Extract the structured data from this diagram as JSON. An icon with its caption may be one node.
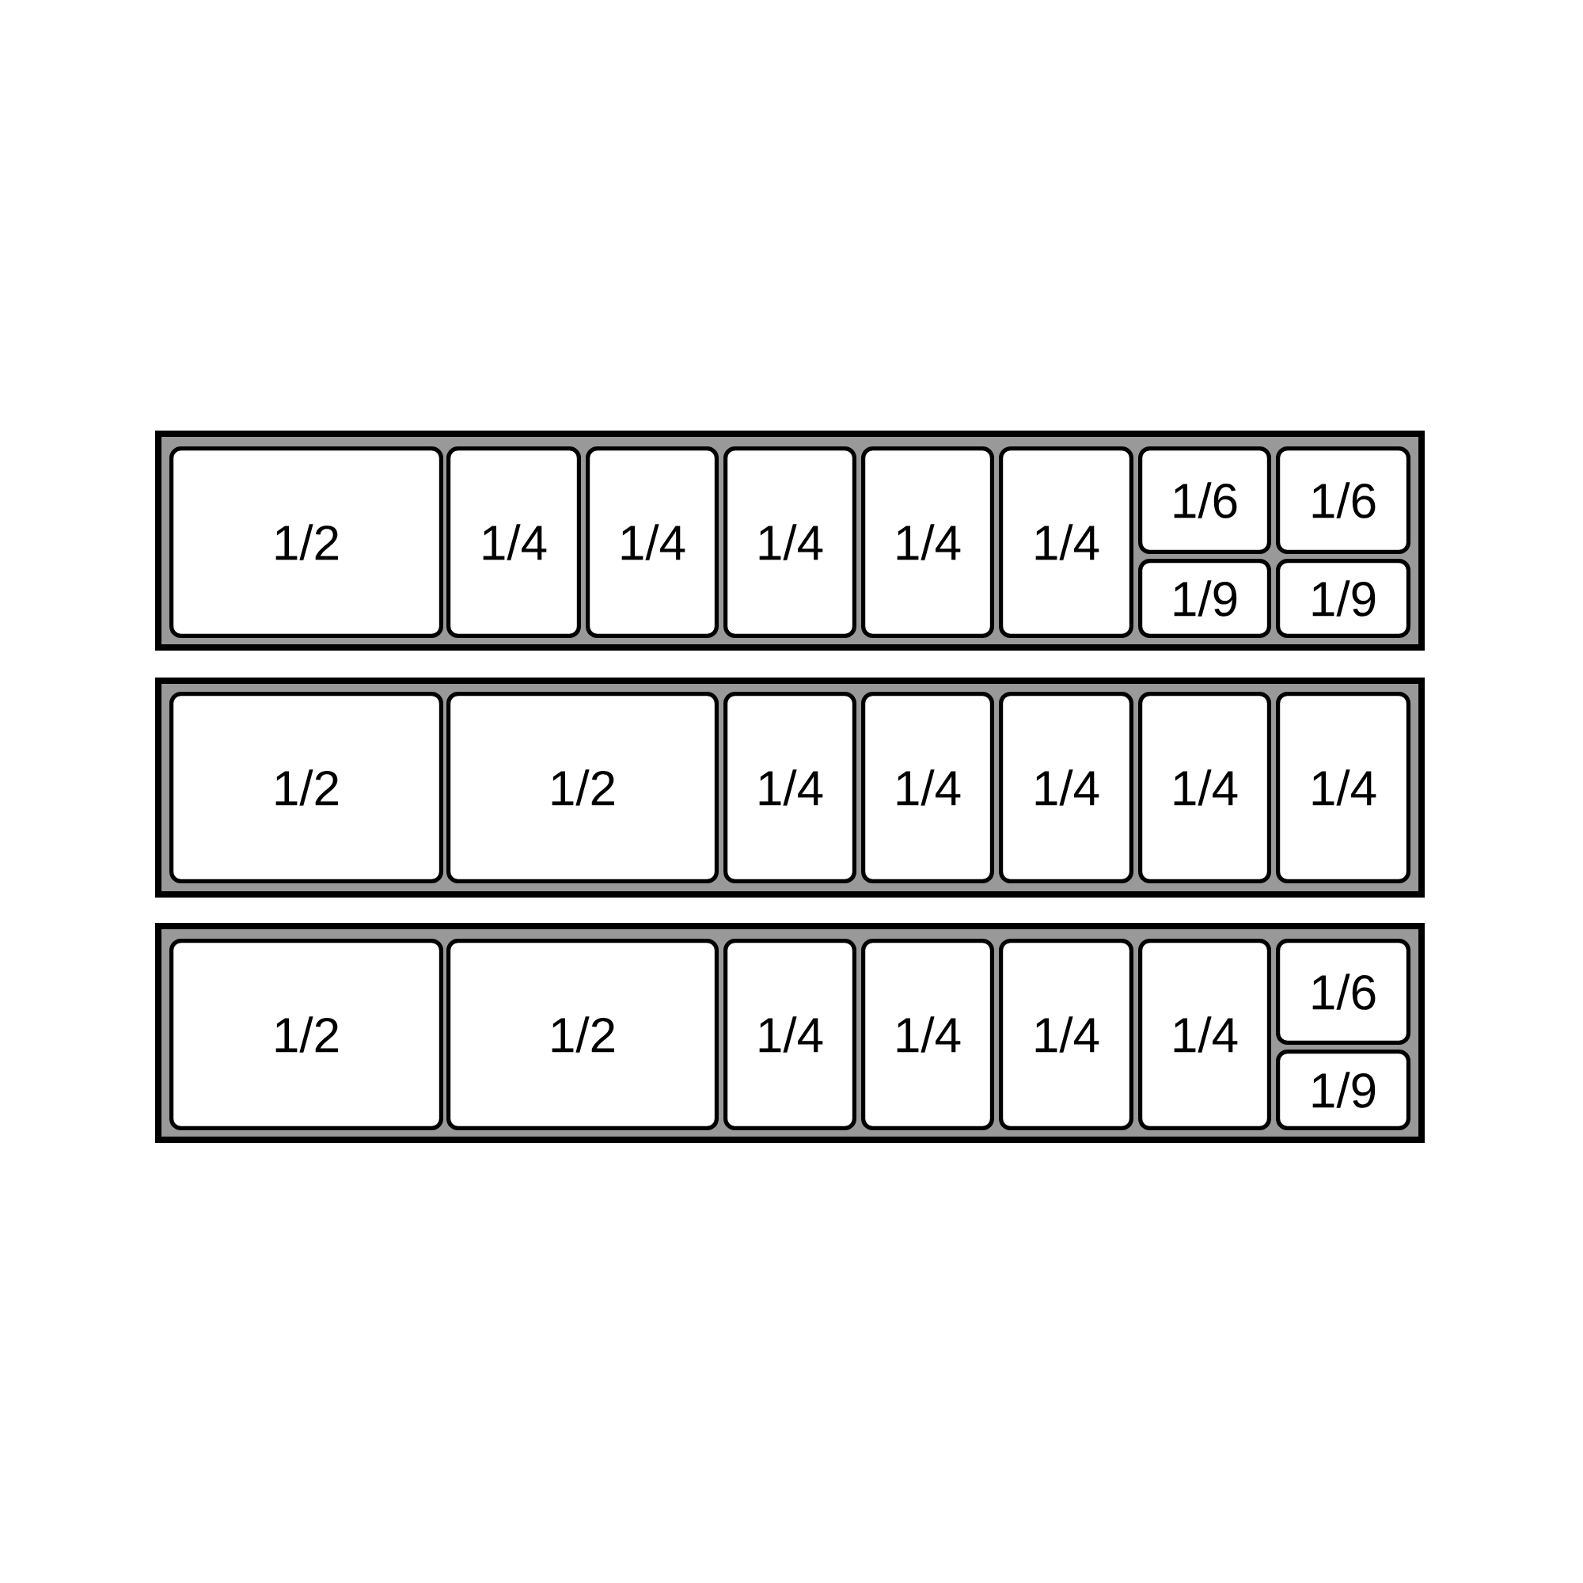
{
  "diagram": {
    "nodes": [
      {
        "text": [],
        "shape": "box"
      },
      {
        "text": [
          "1/2"
        ],
        "in": 0
      },
      {
        "text": [
          "1/4"
        ],
        "in": 0
      },
      {
        "text": [
          "1/4"
        ],
        "in": 0
      },
      {
        "text": [
          "1/4"
        ],
        "in": 0
      },
      {
        "text": [
          "1/4"
        ],
        "in": 0
      },
      {
        "text": [
          "1/4"
        ],
        "in": 0
      },
      {
        "text": [
          "1/6"
        ],
        "in": 0
      },
      {
        "text": [
          "1/6"
        ],
        "in": 0
      },
      {
        "text": [
          "1/9"
        ],
        "in": 0
      },
      {
        "text": [
          "1/9"
        ],
        "in": 0
      },
      {
        "text": [],
        "shape": "box"
      },
      {
        "text": [
          "1/2"
        ],
        "in": 11
      },
      {
        "text": [
          "1/2"
        ],
        "in": 11
      },
      {
        "text": [
          "1/4"
        ],
        "in": 11
      },
      {
        "text": [
          "1/4"
        ],
        "in": 11
      },
      {
        "text": [
          "1/4"
        ],
        "in": 11
      },
      {
        "text": [
          "1/4"
        ],
        "in": 11
      },
      {
        "text": [
          "1/4"
        ],
        "in": 11
      },
      {
        "text": [],
        "shape": "box"
      },
      {
        "text": [
          "1/2"
        ],
        "in": 19
      },
      {
        "text": [
          "1/2"
        ],
        "in": 19
      },
      {
        "text": [
          "1/4"
        ],
        "in": 19
      },
      {
        "text": [
          "1/4"
        ],
        "in": 19
      },
      {
        "text": [
          "1/4"
        ],
        "in": 19
      },
      {
        "text": [
          "1/4"
        ],
        "in": 19
      },
      {
        "text": [
          "1/6"
        ],
        "in": 19
      },
      {
        "text": [
          "1/9"
        ],
        "in": 19
      }
    ]
  }
}
